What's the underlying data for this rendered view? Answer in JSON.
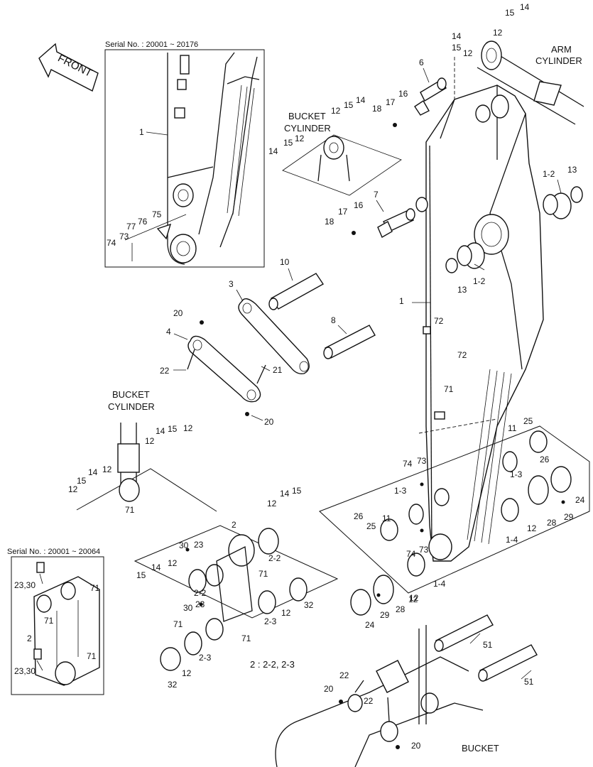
{
  "front_label": "FRONT",
  "insets": {
    "top": {
      "title": "Serial No. : 20001 ~ 20176"
    },
    "left": {
      "title": "Serial No. : 20001 ~ 20064"
    }
  },
  "captions": {
    "arm_cylinder_1": "ARM",
    "arm_cylinder_2": "CYLINDER",
    "bucket_cylinder_top_1": "BUCKET",
    "bucket_cylinder_top_2": "CYLINDER",
    "bucket_cylinder_left_1": "BUCKET",
    "bucket_cylinder_left_2": "CYLINDER",
    "bucket": "BUCKET",
    "note": "2 : 2-2, 2-3"
  },
  "callouts": [
    {
      "text": "1"
    },
    {
      "text": "75"
    },
    {
      "text": "76"
    },
    {
      "text": "77"
    },
    {
      "text": "73"
    },
    {
      "text": "74"
    },
    {
      "text": "14"
    },
    {
      "text": "15"
    },
    {
      "text": "12"
    },
    {
      "text": "14"
    },
    {
      "text": "15"
    },
    {
      "text": "12"
    },
    {
      "text": "6"
    },
    {
      "text": "16"
    },
    {
      "text": "17"
    },
    {
      "text": "18"
    },
    {
      "text": "12"
    },
    {
      "text": "15"
    },
    {
      "text": "14"
    },
    {
      "text": "14"
    },
    {
      "text": "15"
    },
    {
      "text": "12"
    },
    {
      "text": "7"
    },
    {
      "text": "16"
    },
    {
      "text": "17"
    },
    {
      "text": "18"
    },
    {
      "text": "1-2"
    },
    {
      "text": "13"
    },
    {
      "text": "13"
    },
    {
      "text": "1-2"
    },
    {
      "text": "1"
    },
    {
      "text": "10"
    },
    {
      "text": "3"
    },
    {
      "text": "20"
    },
    {
      "text": "4"
    },
    {
      "text": "8"
    },
    {
      "text": "22"
    },
    {
      "text": "21"
    },
    {
      "text": "20"
    },
    {
      "text": "72"
    },
    {
      "text": "72"
    },
    {
      "text": "71"
    },
    {
      "text": "14"
    },
    {
      "text": "15"
    },
    {
      "text": "12"
    },
    {
      "text": "12"
    },
    {
      "text": "14"
    },
    {
      "text": "12"
    },
    {
      "text": "15"
    },
    {
      "text": "12"
    },
    {
      "text": "71"
    },
    {
      "text": "11"
    },
    {
      "text": "25"
    },
    {
      "text": "26"
    },
    {
      "text": "1-3"
    },
    {
      "text": "24"
    },
    {
      "text": "74"
    },
    {
      "text": "73"
    },
    {
      "text": "1-3"
    },
    {
      "text": "11"
    },
    {
      "text": "25"
    },
    {
      "text": "26"
    },
    {
      "text": "74"
    },
    {
      "text": "73"
    },
    {
      "text": "28"
    },
    {
      "text": "29"
    },
    {
      "text": "12"
    },
    {
      "text": "1-4"
    },
    {
      "text": "1-4"
    },
    {
      "text": "12"
    },
    {
      "text": "12"
    },
    {
      "text": "14"
    },
    {
      "text": "15"
    },
    {
      "text": "2"
    },
    {
      "text": "2-2"
    },
    {
      "text": "30"
    },
    {
      "text": "23"
    },
    {
      "text": "12"
    },
    {
      "text": "14"
    },
    {
      "text": "15"
    },
    {
      "text": "2-2"
    },
    {
      "text": "71"
    },
    {
      "text": "30"
    },
    {
      "text": "23"
    },
    {
      "text": "71"
    },
    {
      "text": "71"
    },
    {
      "text": "12"
    },
    {
      "text": "32"
    },
    {
      "text": "2-3"
    },
    {
      "text": "24"
    },
    {
      "text": "29"
    },
    {
      "text": "28"
    },
    {
      "text": "12"
    },
    {
      "text": "32"
    },
    {
      "text": "12"
    },
    {
      "text": "2-3"
    },
    {
      "text": "51"
    },
    {
      "text": "51"
    },
    {
      "text": "22"
    },
    {
      "text": "20"
    },
    {
      "text": "22"
    },
    {
      "text": "20"
    },
    {
      "text": "23,30"
    },
    {
      "text": "71"
    },
    {
      "text": "71"
    },
    {
      "text": "2"
    },
    {
      "text": "71"
    },
    {
      "text": "23,30"
    }
  ]
}
